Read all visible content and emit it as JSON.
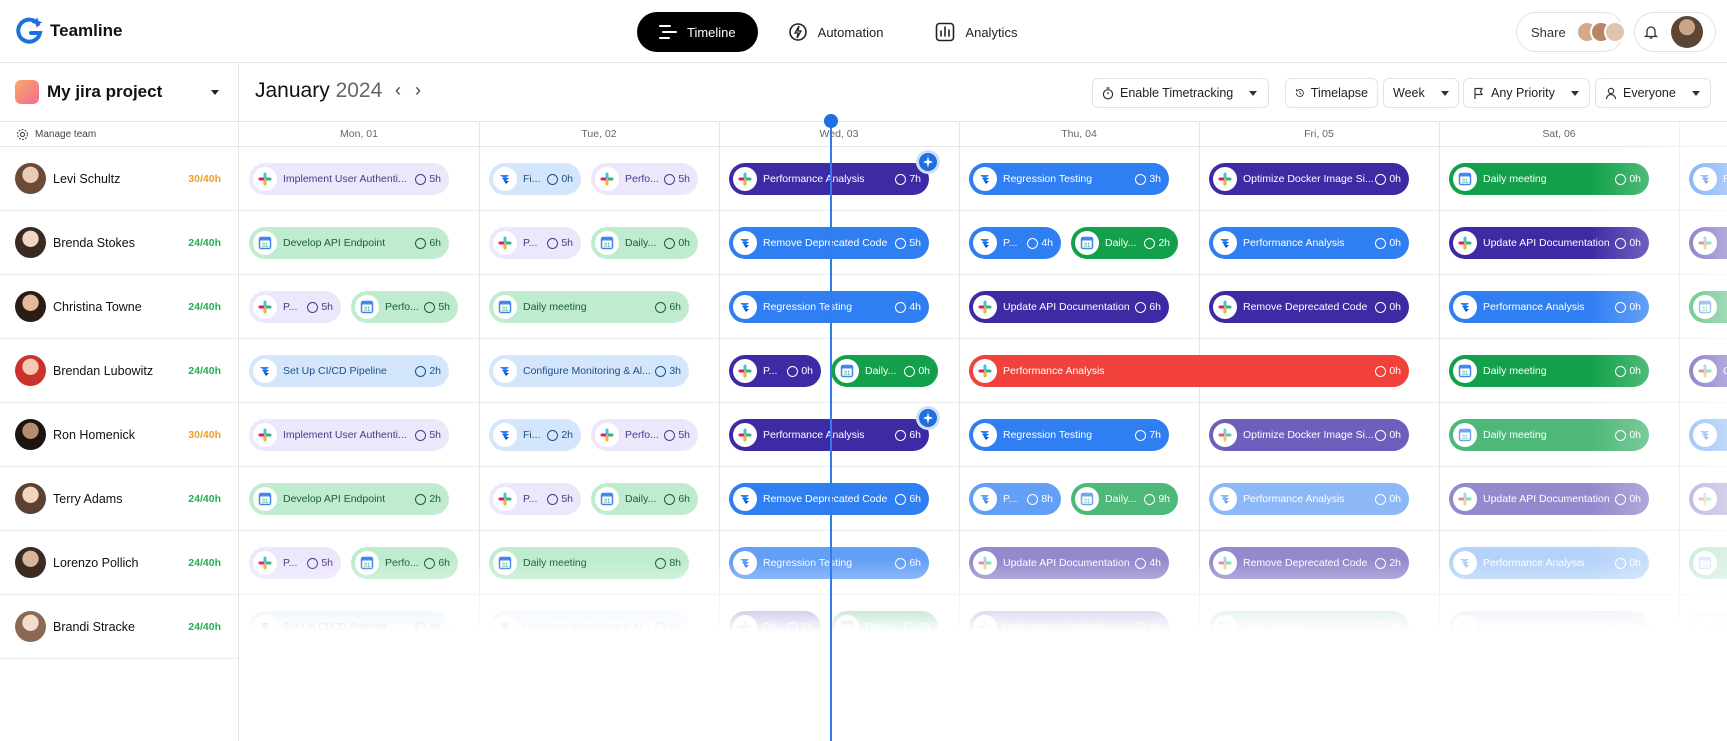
{
  "app": {
    "name": "Teamline"
  },
  "nav": [
    {
      "label": "Timeline",
      "active": true
    },
    {
      "label": "Automation",
      "active": false
    },
    {
      "label": "Analytics",
      "active": false
    }
  ],
  "header": {
    "share_label": "Share"
  },
  "project": {
    "name": "My jira project",
    "manage_label": "Manage team"
  },
  "calendar": {
    "month": "January",
    "year": "2024"
  },
  "toolbar": {
    "timetracking": "Enable Timetracking",
    "timelapse": "Timelapse",
    "range": "Week",
    "priority": "Any Priority",
    "assignee": "Everyone"
  },
  "days": [
    "Mon, 01",
    "Tue, 02",
    "Wed, 03",
    "Thu, 04",
    "Fri, 05",
    "Sat, 06"
  ],
  "people": [
    {
      "name": "Levi Schultz",
      "hours": "30/40h",
      "over": true
    },
    {
      "name": "Brenda Stokes",
      "hours": "24/40h",
      "over": false
    },
    {
      "name": "Christina Towne",
      "hours": "24/40h",
      "over": false
    },
    {
      "name": "Brendan Lubowitz",
      "hours": "24/40h",
      "over": false
    },
    {
      "name": "Ron Homenick",
      "hours": "30/40h",
      "over": true
    },
    {
      "name": "Terry Adams",
      "hours": "24/40h",
      "over": false
    },
    {
      "name": "Lorenzo Pollich",
      "hours": "24/40h",
      "over": false
    },
    {
      "name": "Brandi Stracke",
      "hours": "24/40h",
      "over": false
    }
  ],
  "colors": {
    "accent": "#1f6fe0",
    "over_hours": "#f0a020",
    "ok_hours": "#22b14c"
  },
  "tasks": [
    {
      "row": 0,
      "day": 0,
      "slot": "full",
      "label": "Implement User Authenti...",
      "time": "5h",
      "style": "lav",
      "icon": "slack-icon"
    },
    {
      "row": 0,
      "day": 1,
      "slot": "a",
      "label": "Fi...",
      "time": "0h",
      "style": "sky",
      "icon": "jira-icon"
    },
    {
      "row": 0,
      "day": 1,
      "slot": "b",
      "label": "Perfo...",
      "time": "5h",
      "style": "lav",
      "icon": "slack-icon"
    },
    {
      "row": 0,
      "day": 2,
      "slot": "full",
      "label": "Performance Analysis",
      "time": "7h",
      "style": "purple",
      "icon": "slack-icon",
      "spark": true
    },
    {
      "row": 0,
      "day": 3,
      "slot": "full",
      "label": "Regression Testing",
      "time": "3h",
      "style": "blue",
      "icon": "jira-icon"
    },
    {
      "row": 0,
      "day": 4,
      "slot": "full",
      "label": "Optimize Docker Image Si...",
      "time": "0h",
      "style": "purple",
      "icon": "slack-icon"
    },
    {
      "row": 0,
      "day": 5,
      "slot": "full",
      "label": "Daily meeting",
      "time": "0h",
      "style": "green",
      "icon": "calendar-icon"
    },
    {
      "row": 0,
      "day": 6,
      "slot": "full",
      "label": "R",
      "time": "",
      "style": "blue",
      "icon": "jira-icon"
    },
    {
      "row": 1,
      "day": 0,
      "slot": "full",
      "label": "Develop API Endpoint",
      "time": "6h",
      "style": "mint",
      "icon": "calendar-icon"
    },
    {
      "row": 1,
      "day": 1,
      "slot": "a",
      "label": "P...",
      "time": "5h",
      "style": "lav",
      "icon": "slack-icon"
    },
    {
      "row": 1,
      "day": 1,
      "slot": "b",
      "label": "Daily...",
      "time": "0h",
      "style": "mint",
      "icon": "calendar-icon"
    },
    {
      "row": 1,
      "day": 2,
      "slot": "full",
      "label": "Remove Deprecated Code",
      "time": "5h",
      "style": "blue",
      "icon": "jira-icon"
    },
    {
      "row": 1,
      "day": 3,
      "slot": "a",
      "label": "P...",
      "time": "4h",
      "style": "blue",
      "icon": "jira-icon"
    },
    {
      "row": 1,
      "day": 3,
      "slot": "b",
      "label": "Daily...",
      "time": "2h",
      "style": "green",
      "icon": "calendar-icon"
    },
    {
      "row": 1,
      "day": 4,
      "slot": "full",
      "label": "Performance Analysis",
      "time": "0h",
      "style": "blue",
      "icon": "jira-icon"
    },
    {
      "row": 1,
      "day": 5,
      "slot": "full",
      "label": "Update API Documentation",
      "time": "0h",
      "style": "purple",
      "icon": "slack-icon"
    },
    {
      "row": 1,
      "day": 6,
      "slot": "full",
      "label": "",
      "time": "",
      "style": "purple",
      "icon": "slack-icon"
    },
    {
      "row": 2,
      "day": 0,
      "slot": "a",
      "label": "P...",
      "time": "5h",
      "style": "lav",
      "icon": "slack-icon"
    },
    {
      "row": 2,
      "day": 0,
      "slot": "b",
      "label": "Perfo...",
      "time": "5h",
      "style": "mint",
      "icon": "calendar-icon"
    },
    {
      "row": 2,
      "day": 1,
      "slot": "full",
      "label": "Daily meeting",
      "time": "6h",
      "style": "mint",
      "icon": "calendar-icon"
    },
    {
      "row": 2,
      "day": 2,
      "slot": "full",
      "label": "Regression Testing",
      "time": "4h",
      "style": "blue",
      "icon": "jira-icon"
    },
    {
      "row": 2,
      "day": 3,
      "slot": "full",
      "label": "Update API Documentation",
      "time": "6h",
      "style": "purple",
      "icon": "slack-icon"
    },
    {
      "row": 2,
      "day": 4,
      "slot": "full",
      "label": "Remove Deprecated Code",
      "time": "0h",
      "style": "purple",
      "icon": "slack-icon"
    },
    {
      "row": 2,
      "day": 5,
      "slot": "full",
      "label": "Performance Analysis",
      "time": "0h",
      "style": "blue",
      "icon": "jira-icon"
    },
    {
      "row": 2,
      "day": 6,
      "slot": "full",
      "label": "",
      "time": "",
      "style": "green",
      "icon": "calendar-icon"
    },
    {
      "row": 3,
      "day": 0,
      "slot": "full",
      "label": "Set Up CI/CD Pipeline",
      "time": "2h",
      "style": "sky",
      "icon": "jira-icon"
    },
    {
      "row": 3,
      "day": 1,
      "slot": "full",
      "label": "Configure Monitoring & Al...",
      "time": "3h",
      "style": "sky",
      "icon": "jira-icon"
    },
    {
      "row": 3,
      "day": 2,
      "slot": "a",
      "label": "P...",
      "time": "0h",
      "style": "purple",
      "icon": "slack-icon"
    },
    {
      "row": 3,
      "day": 2,
      "slot": "b",
      "label": "Daily...",
      "time": "0h",
      "style": "green",
      "icon": "calendar-icon"
    },
    {
      "row": 3,
      "day": 3,
      "slot": "wide",
      "label": "Performance Analysis",
      "time": "0h",
      "style": "red",
      "icon": "slack-icon"
    },
    {
      "row": 3,
      "day": 5,
      "slot": "full",
      "label": "Daily meeting",
      "time": "0h",
      "style": "green",
      "icon": "calendar-icon"
    },
    {
      "row": 3,
      "day": 6,
      "slot": "full",
      "label": "C",
      "time": "",
      "style": "purple",
      "icon": "slack-icon"
    },
    {
      "row": 4,
      "day": 0,
      "slot": "full",
      "label": "Implement User Authenti...",
      "time": "5h",
      "style": "lav",
      "icon": "slack-icon"
    },
    {
      "row": 4,
      "day": 1,
      "slot": "a",
      "label": "Fi...",
      "time": "2h",
      "style": "sky",
      "icon": "jira-icon"
    },
    {
      "row": 4,
      "day": 1,
      "slot": "b",
      "label": "Perfo...",
      "time": "5h",
      "style": "lav",
      "icon": "slack-icon"
    },
    {
      "row": 4,
      "day": 2,
      "slot": "full",
      "label": "Performance Analysis",
      "time": "6h",
      "style": "purple",
      "icon": "slack-icon",
      "spark": true
    },
    {
      "row": 4,
      "day": 3,
      "slot": "full",
      "label": "Regression Testing",
      "time": "7h",
      "style": "blue",
      "icon": "jira-icon"
    },
    {
      "row": 4,
      "day": 4,
      "slot": "full",
      "label": "Optimize Docker Image Si...",
      "time": "0h",
      "style": "purple",
      "icon": "slack-icon",
      "fade": 1
    },
    {
      "row": 4,
      "day": 5,
      "slot": "full",
      "label": "Daily meeting",
      "time": "0h",
      "style": "green",
      "icon": "calendar-icon",
      "fade": 1
    },
    {
      "row": 4,
      "day": 6,
      "slot": "full",
      "label": "",
      "time": "",
      "style": "blue",
      "icon": "jira-icon",
      "fade": 1
    },
    {
      "row": 5,
      "day": 0,
      "slot": "full",
      "label": "Develop API Endpoint",
      "time": "2h",
      "style": "mint",
      "icon": "calendar-icon"
    },
    {
      "row": 5,
      "day": 1,
      "slot": "a",
      "label": "P...",
      "time": "5h",
      "style": "lav",
      "icon": "slack-icon"
    },
    {
      "row": 5,
      "day": 1,
      "slot": "b",
      "label": "Daily...",
      "time": "6h",
      "style": "mint",
      "icon": "calendar-icon"
    },
    {
      "row": 5,
      "day": 2,
      "slot": "full",
      "label": "Remove Deprecated Code",
      "time": "6h",
      "style": "blue",
      "icon": "jira-icon"
    },
    {
      "row": 5,
      "day": 3,
      "slot": "a",
      "label": "P...",
      "time": "8h",
      "style": "blue",
      "icon": "jira-icon",
      "fade": 1
    },
    {
      "row": 5,
      "day": 3,
      "slot": "b",
      "label": "Daily...",
      "time": "9h",
      "style": "green",
      "icon": "calendar-icon",
      "fade": 1
    },
    {
      "row": 5,
      "day": 4,
      "slot": "full",
      "label": "Performance Analysis",
      "time": "0h",
      "style": "blue",
      "icon": "jira-icon",
      "fade": 2
    },
    {
      "row": 5,
      "day": 5,
      "slot": "full",
      "label": "Update API Documentation",
      "time": "0h",
      "style": "purple",
      "icon": "slack-icon",
      "fade": 2
    },
    {
      "row": 5,
      "day": 6,
      "slot": "full",
      "label": "",
      "time": "",
      "style": "purple",
      "icon": "slack-icon",
      "fade": 2
    },
    {
      "row": 6,
      "day": 0,
      "slot": "a",
      "label": "P...",
      "time": "5h",
      "style": "lav",
      "icon": "slack-icon"
    },
    {
      "row": 6,
      "day": 0,
      "slot": "b",
      "label": "Perfo...",
      "time": "6h",
      "style": "mint",
      "icon": "calendar-icon"
    },
    {
      "row": 6,
      "day": 1,
      "slot": "full",
      "label": "Daily meeting",
      "time": "8h",
      "style": "mint",
      "icon": "calendar-icon"
    },
    {
      "row": 6,
      "day": 2,
      "slot": "full",
      "label": "Regression Testing",
      "time": "6h",
      "style": "blue",
      "icon": "jira-icon",
      "fade": 1
    },
    {
      "row": 6,
      "day": 3,
      "slot": "full",
      "label": "Update API Documentation",
      "time": "4h",
      "style": "purple",
      "icon": "slack-icon",
      "fade": 2
    },
    {
      "row": 6,
      "day": 4,
      "slot": "full",
      "label": "Remove Deprecated Code",
      "time": "2h",
      "style": "purple",
      "icon": "slack-icon",
      "fade": 2
    },
    {
      "row": 6,
      "day": 5,
      "slot": "full",
      "label": "Performance Analysis",
      "time": "0h",
      "style": "blue",
      "icon": "jira-icon",
      "fade": 3
    },
    {
      "row": 6,
      "day": 6,
      "slot": "full",
      "label": "",
      "time": "",
      "style": "green",
      "icon": "calendar-icon",
      "fade": 3
    },
    {
      "row": 7,
      "day": 0,
      "slot": "full",
      "label": "Set Up CI/CD Pipeline",
      "time": "4h",
      "style": "sky",
      "icon": "jira-icon"
    },
    {
      "row": 7,
      "day": 1,
      "slot": "full",
      "label": "Configure Monitoring & Al...",
      "time": "8h",
      "style": "sky",
      "icon": "jira-icon",
      "fade": 1
    },
    {
      "row": 7,
      "day": 2,
      "slot": "a",
      "label": "Pe...",
      "time": "2h",
      "style": "purple",
      "icon": "slack-icon",
      "fade": 1
    },
    {
      "row": 7,
      "day": 2,
      "slot": "b",
      "label": "Daily...",
      "time": "2h",
      "style": "green",
      "icon": "calendar-icon",
      "fade": 1
    },
    {
      "row": 7,
      "day": 3,
      "slot": "full",
      "label": "Performance Analysis",
      "time": "4h",
      "style": "purple",
      "icon": "slack-icon",
      "fade": 2
    },
    {
      "row": 7,
      "day": 4,
      "slot": "full",
      "label": "Daily meeting",
      "time": "4h",
      "style": "green",
      "icon": "calendar-icon",
      "fade": 3
    },
    {
      "row": 7,
      "day": 5,
      "slot": "full",
      "label": "Optimize Docker Image Si...",
      "time": "",
      "style": "purple",
      "icon": "slack-icon",
      "fade": 4
    },
    {
      "row": 7,
      "day": 6,
      "slot": "full",
      "label": "",
      "time": "",
      "style": "blue",
      "icon": "jira-icon",
      "fade": 4
    }
  ]
}
